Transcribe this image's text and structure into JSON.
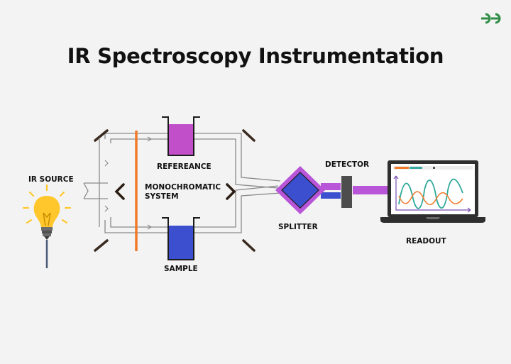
{
  "title": "IR Spectroscopy Instrumentation",
  "labels": {
    "ir_source": "IR SOURCE",
    "reference": "REFEREANCE",
    "monochromatic_line1": "MONOCHROMATIC",
    "monochromatic_line2": "SYSTEM",
    "sample": "SAMPLE",
    "splitter": "SPLITTER",
    "detector": "DETECTOR",
    "readout": "READOUT"
  },
  "icons": {
    "brand": "geeksforgeeks-logo-icon",
    "source": "light-bulb-icon",
    "readout": "laptop-icon"
  },
  "colors": {
    "reference_fill": "#c04fc9",
    "sample_fill": "#3b4fcf",
    "splitter_fill": "#3b4fcf",
    "splitter_outline": "#b855d8",
    "beam": "#b855d8",
    "grating": "#f07a2a",
    "bulb": "#ffc72c",
    "brand": "#2f8d46"
  }
}
